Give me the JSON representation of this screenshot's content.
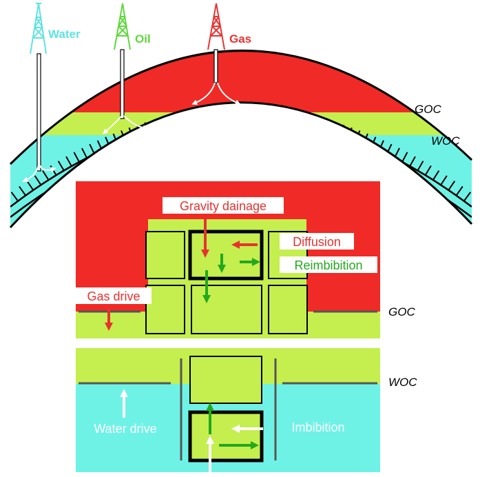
{
  "wells": {
    "water": {
      "label": "Water",
      "color": "#5fe3e0"
    },
    "oil": {
      "label": "Oil",
      "color": "#5fd83c"
    },
    "gas": {
      "label": "Gas",
      "color": "#e8322f"
    }
  },
  "contacts": {
    "goc": "GOC",
    "woc": "WOC"
  },
  "mechanisms": {
    "gravity_drainage": "Gravity dainage",
    "diffusion": "Diffusion",
    "reimbibition": "Reimbibition",
    "gas_drive": "Gas drive",
    "water_drive": "Water drive",
    "imbibition": "Imbibition"
  },
  "colors": {
    "gas_zone": "#f02a26",
    "oil_zone": "#c4ef4e",
    "water_zone": "#6ff2e6",
    "arrow_red": "#e8322f",
    "arrow_green": "#23a81e",
    "arrow_white": "#ffffff",
    "line": "#000000"
  }
}
